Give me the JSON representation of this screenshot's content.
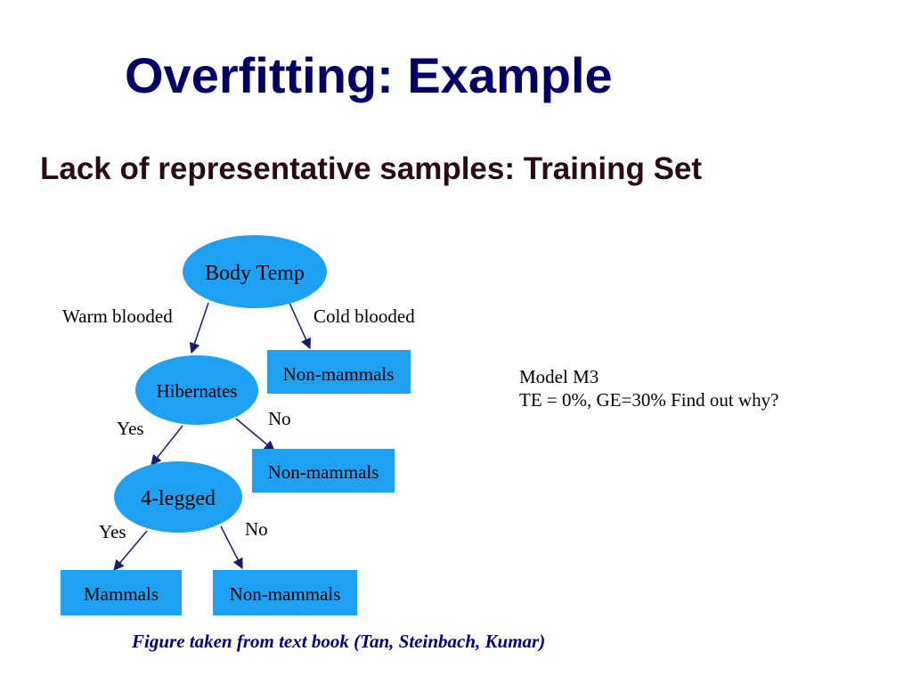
{
  "title": "Overfitting: Example",
  "subtitle": "Lack of representative samples: Training Set",
  "colors": {
    "node_fill": "#1ea1f2",
    "title": "#000066",
    "caption": "#000080",
    "edge": "#1a1a6e"
  },
  "tree": {
    "root": "Body Temp",
    "hibernates": "Hibernates",
    "four_legged": "4-legged",
    "leaf_non_mammals_1": "Non-mammals",
    "leaf_non_mammals_2": "Non-mammals",
    "leaf_mammals": "Mammals",
    "leaf_non_mammals_3": "Non-mammals"
  },
  "edges": {
    "warm": "Warm blooded",
    "cold": "Cold blooded",
    "hib_yes": "Yes",
    "hib_no": "No",
    "leg_yes": "Yes",
    "leg_no": "No"
  },
  "model": {
    "name": "Model M3",
    "metrics": "TE = 0%, GE=30% Find out why?"
  },
  "caption": "Figure taken from text book (Tan, Steinbach, Kumar)"
}
